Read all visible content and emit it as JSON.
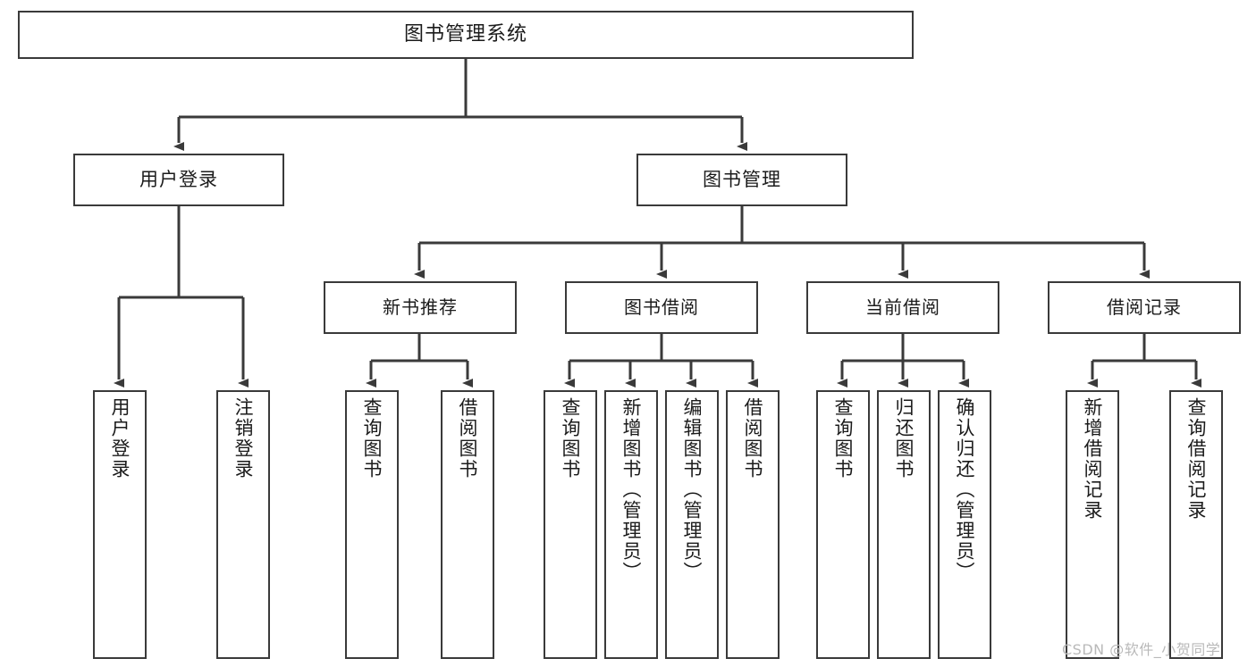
{
  "diagram": {
    "type": "tree",
    "title": "图书管理系统",
    "orientation": "top-down",
    "colors": {
      "box_border": "#3a3a3a",
      "box_fill": "#ffffff",
      "connector": "#3a3a3a",
      "text": "#1b1b1b",
      "watermark": "#b9b9b9",
      "background": "#ffffff"
    }
  },
  "root": {
    "label": "图书管理系统"
  },
  "tier2": [
    {
      "label": "用户登录"
    },
    {
      "label": "图书管理"
    }
  ],
  "tier3": [
    {
      "label": "新书推荐"
    },
    {
      "label": "图书借阅"
    },
    {
      "label": "当前借阅"
    },
    {
      "label": "借阅记录"
    }
  ],
  "leaves": [
    {
      "label": "用户登录",
      "parent": "用户登录"
    },
    {
      "label": "注销登录",
      "parent": "用户登录"
    },
    {
      "label": "查询图书",
      "parent": "新书推荐"
    },
    {
      "label": "借阅图书",
      "parent": "新书推荐"
    },
    {
      "label": "查询图书",
      "parent": "图书借阅"
    },
    {
      "label": "新增图书（管理员）",
      "parent": "图书借阅"
    },
    {
      "label": "编辑图书（管理员）",
      "parent": "图书借阅"
    },
    {
      "label": "借阅图书",
      "parent": "图书借阅"
    },
    {
      "label": "查询图书",
      "parent": "当前借阅"
    },
    {
      "label": "归还图书",
      "parent": "当前借阅"
    },
    {
      "label": "确认归还（管理员）",
      "parent": "当前借阅"
    },
    {
      "label": "新增借阅记录",
      "parent": "借阅记录"
    },
    {
      "label": "查询借阅记录",
      "parent": "借阅记录"
    }
  ],
  "watermark": {
    "text": "CSDN @软件_小贺同学"
  }
}
